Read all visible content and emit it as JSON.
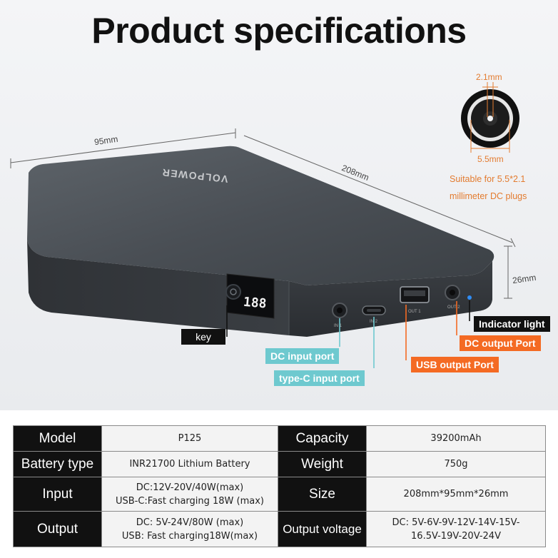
{
  "title": "Product specifications",
  "dimensions": {
    "width": "95mm",
    "length": "208mm",
    "height": "26mm"
  },
  "brand": "VOLPOWER",
  "display_readout": "188",
  "port_labels": {
    "in1": "IN 1",
    "in2": "IN 2",
    "out1": "OUT 1",
    "out2": "OUT 2"
  },
  "plug": {
    "inner": "2.1mm",
    "outer": "5.5mm",
    "note_line1": "Suitable for 5.5*2.1",
    "note_line2": "millimeter DC plugs"
  },
  "callouts": {
    "indicator": "Indicator light",
    "dc_output": "DC output Port",
    "usb_output": "USB output Port",
    "key": "key",
    "dc_input": "DC input port",
    "typec_input": "type-C input port"
  },
  "colors": {
    "teal": "#6ec9cf",
    "orange": "#f46a23",
    "dark": "#111111",
    "note": "#e37b2f"
  },
  "specs": {
    "model_label": "Model",
    "model_value": "P125",
    "capacity_label": "Capacity",
    "capacity_value": "39200mAh",
    "battery_label": "Battery type",
    "battery_value": "INR21700 Lithium Battery",
    "weight_label": "Weight",
    "weight_value": "750g",
    "input_label": "Input",
    "input_line1": "DC:12V-20V/40W(max)",
    "input_line2": "USB-C:Fast charging 18W (max)",
    "size_label": "Size",
    "size_value": "208mm*95mm*26mm",
    "output_label": "Output",
    "output_line1": "DC:  5V-24V/80W (max)",
    "output_line2": "USB:  Fast charging18W(max)",
    "voltage_label": "Output voltage",
    "voltage_line1": "DC:  5V-6V-9V-12V-14V-15V-",
    "voltage_line2": "16.5V-19V-20V-24V"
  }
}
